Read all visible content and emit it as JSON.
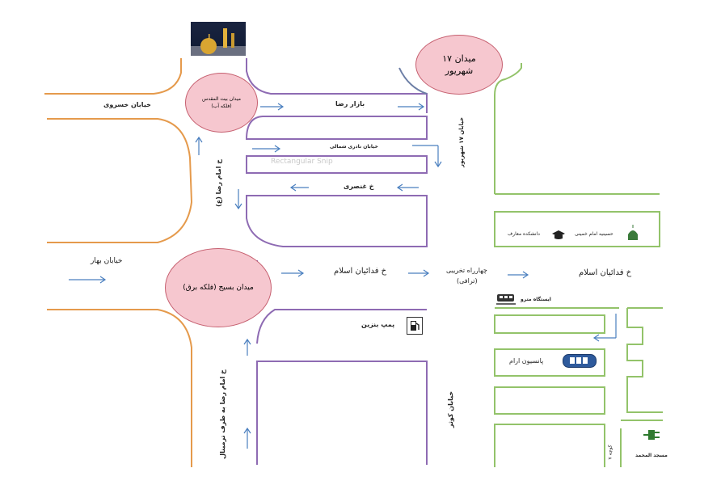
{
  "colors": {
    "orange_road": "#e59a4c",
    "purple_road": "#8e6bb3",
    "green_road": "#93c36a",
    "circle_fill": "#f6c7cf",
    "circle_stroke": "#c66070",
    "arrow": "#4a7fbf"
  },
  "circles": {
    "square_17": "میدان ۱۷ شهریور",
    "bayt_al_moqaddas": "میدان بیت المقدس (فلکه آب)",
    "basij": "میدان بسیج (فلکه برق)"
  },
  "streets": {
    "khosravi": "خیابان خسروی",
    "bazar_reza": "بازار رضا",
    "naderi_small": "خیابان نادری شمالی",
    "ansari": "خ غنصری",
    "imam_reza": "خ امام رضا (ع)",
    "shahrivar_17": "خیابان ۱۷ شهریور",
    "bahar": "خیابان بهار",
    "fadaiyan_1": "خ فدائیان اسلام",
    "fadaiyan_2": "خ فدائیان اسلام",
    "chaharrah": "چهارراه تخریبی",
    "chaharrah_sub": "(ترافی)",
    "imam_reza_south": "خ امام رضا به طرف ترمینال",
    "kowsar": "خیابان کوثر",
    "small_alley": "کوچه ۷"
  },
  "places": {
    "gas_station": "پمپ بنزین",
    "metro": "ایستگاه مترو",
    "hotel": "پانسیون ارام",
    "hospital": "حسینیه امام خمینی",
    "school": "دانشکده معارف",
    "mosque": "مسجد المحمد"
  },
  "watermark": "Rectangular Snip",
  "icons": [
    "shrine-photo",
    "fuel-pump-icon",
    "train-icon",
    "hotel-icon",
    "graduation-cap-icon",
    "mosque-icon",
    "plug-icon"
  ]
}
